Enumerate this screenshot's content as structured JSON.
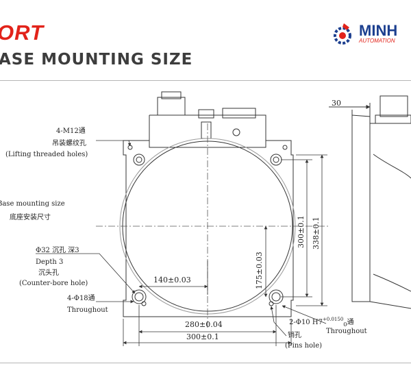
{
  "header": {
    "brand": "ORT",
    "title": "ASE MOUNTING SIZE",
    "logo": {
      "name": "MINH",
      "tagline": "AUTOMATION"
    }
  },
  "annotations": {
    "lifting_holes": [
      "4-M12通",
      "吊装螺纹孔",
      "(Lifting threaded holes)"
    ],
    "base_size": [
      "Base mounting size",
      "底座安装尺寸"
    ],
    "counterbore": [
      "Φ32 沉孔 深3",
      "Depth 3",
      "沉头孔",
      "(Counter-bore hole)"
    ],
    "through_holes": [
      "4-Φ18通",
      "Throughout"
    ],
    "pin_holes": {
      "spec": "2-Φ10 H7",
      "tol_upper": "+0.0150",
      "tol_lower": "0",
      "suffix": "通",
      "through": "Throughout",
      "cn": "销孔",
      "en": "(Pins hole)"
    }
  },
  "dimensions": {
    "d140": "140±0.03",
    "d175": "175±0.03",
    "d280": "280±0.04",
    "d300h": "300±0.1",
    "d300v": "300±0.1",
    "d338": "338±0.1",
    "d30": "30"
  },
  "colors": {
    "brand_red": "#e2231a",
    "logo_blue": "#1c3f8f",
    "line": "#333333"
  }
}
